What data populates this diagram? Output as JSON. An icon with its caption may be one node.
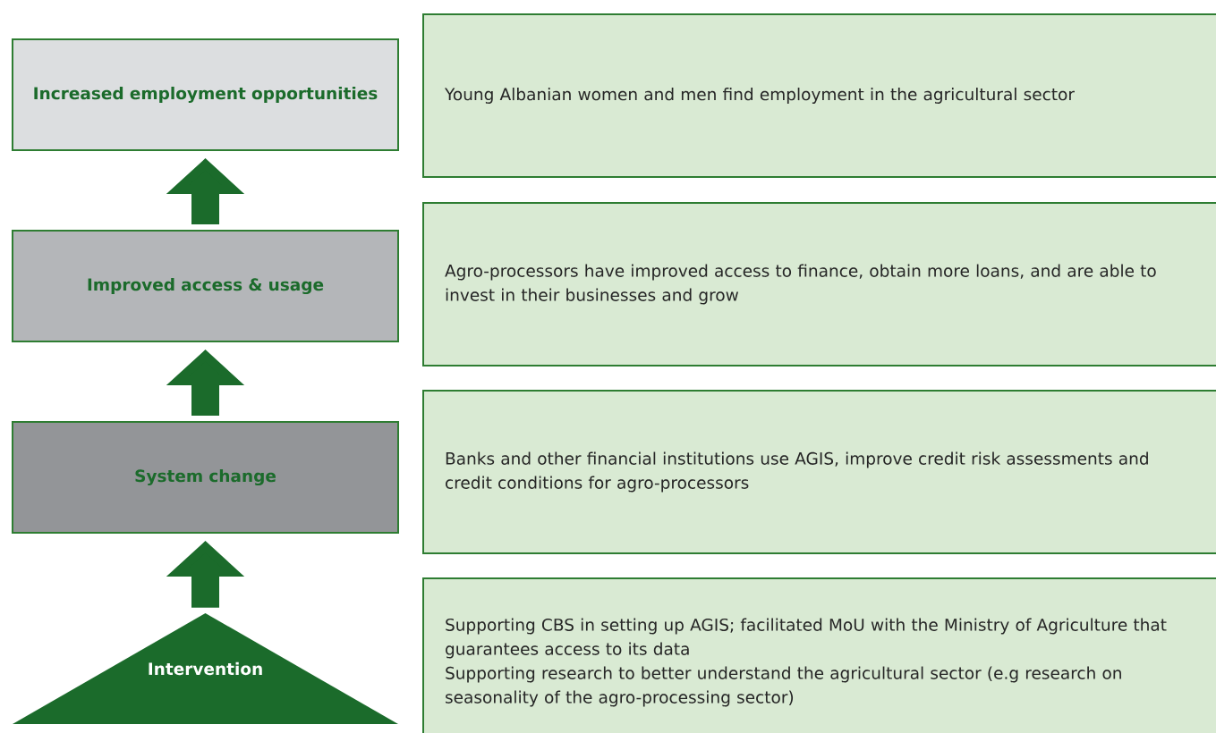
{
  "diagram": {
    "nodes": [
      {
        "text": [
          "Increased employment opportunities"
        ]
      },
      {
        "text": [
          "Young Albanian women and men find employment in the agricultural sector"
        ]
      },
      {
        "text": [
          "Improved access & usage"
        ]
      },
      {
        "text": [
          "Agro-processors have improved access to finance, obtain more loans, and are able to invest in their businesses and grow"
        ]
      },
      {
        "text": [
          "System change"
        ]
      },
      {
        "text": [
          "Banks and other financial institutions use AGIS, improve credit risk assessments and credit conditions for agro-processors"
        ]
      },
      {
        "text": [
          "Intervention"
        ]
      },
      {
        "text": [
          "Supporting CBS in setting up AGIS; facilitated MoU with the Ministry of Agriculture that guarantees access to its data",
          "Supporting research to better understand the agricultural sector (e.g research on seasonality of the agro-processing sector)"
        ]
      }
    ],
    "edges": [
      {
        "from": 6,
        "to": 4,
        "arrow": "to"
      },
      {
        "from": 4,
        "to": 2,
        "arrow": "to"
      },
      {
        "from": 2,
        "to": 0,
        "arrow": "to"
      }
    ]
  }
}
